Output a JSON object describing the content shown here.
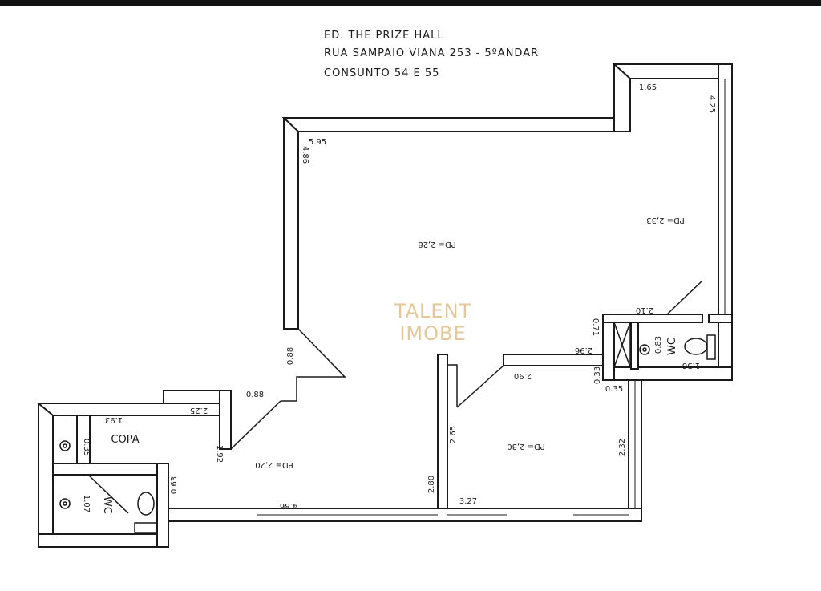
{
  "header": {
    "line1": "ED. THE PRIZE HALL",
    "line2": "RUA SAMPAIO VIANA 253 - 5ºANDAR",
    "line3": "CONSUNTO 54 E 55"
  },
  "watermark": {
    "line1": "TALENT",
    "line2": "IMOBE",
    "color": "#e6c79a"
  },
  "rooms": {
    "main_pd": "PD= 2,28",
    "right_pd": "PD= 2,33",
    "front_pd": "PD= 2,20",
    "bottom_pd": "PD= 2,30",
    "copa": "COPA",
    "wc_left": "WC",
    "wc_right": "WC"
  },
  "dims": {
    "d_595": "5.95",
    "d_486a": "4.86",
    "d_165": "1.65",
    "d_425": "4.25",
    "d_088a": "0.88",
    "d_088b": "0.88",
    "d_225": "2.25",
    "d_193": "1.93",
    "d_035a": "0.35",
    "d_107": "1.07",
    "d_063": "0.63",
    "d_192": "1.92",
    "d_486b": "4.86",
    "d_280": "2.80",
    "d_265": "2.65",
    "d_327": "3.27",
    "d_232": "2.32",
    "d_296": "2.96",
    "d_290": "2.90",
    "d_033": "0.33",
    "d_035b": "0.35",
    "d_071": "0.71",
    "d_210": "2.10",
    "d_083": "0.83",
    "d_156": "1.56"
  },
  "colors": {
    "ink": "#1a1a1a",
    "wall": "#ffffff",
    "background": "#ffffff"
  }
}
